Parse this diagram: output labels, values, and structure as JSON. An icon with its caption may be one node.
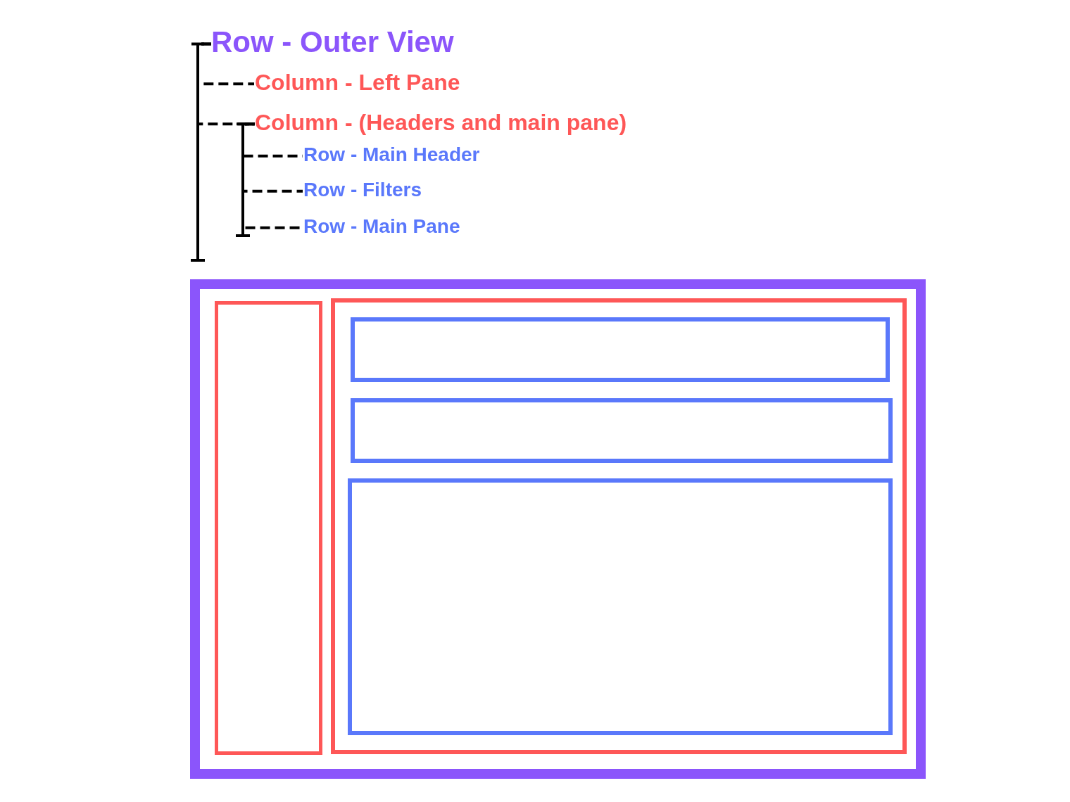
{
  "diagram": {
    "nodes": [
      {
        "text": [
          "Row - Outer View"
        ]
      },
      {
        "text": [
          "Column - Left Pane"
        ]
      },
      {
        "text": [
          "Column - (Headers and main pane)"
        ]
      },
      {
        "text": [
          "Row - Main Header"
        ]
      },
      {
        "text": [
          "Row - Filters"
        ]
      },
      {
        "text": [
          "Row - Main Pane"
        ]
      },
      {
        "text": [],
        "shape": "box"
      },
      {
        "text": [],
        "shape": "box",
        "in": 6
      },
      {
        "text": [],
        "shape": "box",
        "in": 6
      },
      {
        "text": [],
        "shape": "box",
        "in": 8
      },
      {
        "text": [],
        "shape": "box",
        "in": 8
      },
      {
        "text": [],
        "shape": "box",
        "in": 8
      }
    ],
    "edges": [
      {
        "from": 0,
        "to": 1,
        "arrow": "none",
        "style": "dashed"
      },
      {
        "from": 0,
        "to": 2,
        "arrow": "none",
        "style": "dashed"
      },
      {
        "from": 2,
        "to": 3,
        "arrow": "none",
        "style": "dashed"
      },
      {
        "from": 2,
        "to": 4,
        "arrow": "none",
        "style": "dashed"
      },
      {
        "from": 2,
        "to": 5,
        "arrow": "none",
        "style": "dashed"
      }
    ]
  }
}
